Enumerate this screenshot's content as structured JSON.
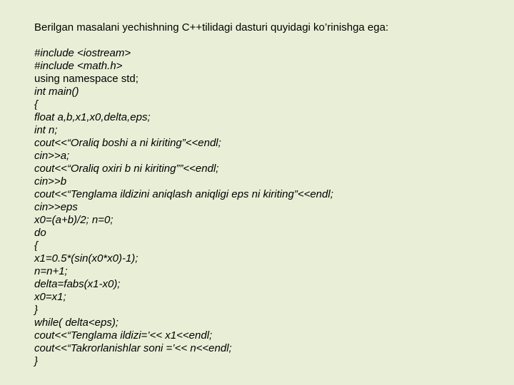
{
  "slide": {
    "intro": "Berilgan masalani yechishning C++tilidagi dasturi quyidagi ko’rinishga ega:",
    "code_lines": [
      {
        "text": "#include <iostream>",
        "italic": true
      },
      {
        "text": "#include <math.h>",
        "italic": true
      },
      {
        "text": "using namespace std;",
        "italic": false
      },
      {
        "text": "int main()",
        "italic": true
      },
      {
        "text": "{",
        "italic": true
      },
      {
        "text": "float a,b,x1,x0,delta,eps;",
        "italic": true
      },
      {
        "text": "int n;",
        "italic": true
      },
      {
        "text": "cout<<“Oraliq boshi a ni kiriting”<<endl;",
        "italic": true
      },
      {
        "text": "cin>>a;",
        "italic": true
      },
      {
        "text": "cout<<“Oraliq oxiri b ni kiriting””<<endl;",
        "italic": true
      },
      {
        "text": "cin>>b",
        "italic": true
      },
      {
        "text": "cout<<“Tenglama ildizini aniqlash aniqligi eps ni kiriting”<<endl;",
        "italic": true
      },
      {
        "text": "cin>>eps",
        "italic": true
      },
      {
        "text": "x0=(a+b)/2; n=0;",
        "italic": true
      },
      {
        "text": "do",
        "italic": true
      },
      {
        "text": "{",
        "italic": true
      },
      {
        "text": "x1=0.5*(sin(x0*x0)-1);",
        "italic": true
      },
      {
        "text": "n=n+1;",
        "italic": true
      },
      {
        "text": "delta=fabs(x1-x0);",
        "italic": true
      },
      {
        "text": "x0=x1;",
        "italic": true
      },
      {
        "text": "}",
        "italic": true
      },
      {
        "text": "while( delta<eps);",
        "italic": true
      },
      {
        "text": "cout<<“Tenglama ildizi=’<< x1<<endl;",
        "italic": true
      },
      {
        "text": "cout<<“Takrorlanishlar soni =’<< n<<endl;",
        "italic": true
      },
      {
        "text": "}",
        "italic": true
      }
    ]
  }
}
